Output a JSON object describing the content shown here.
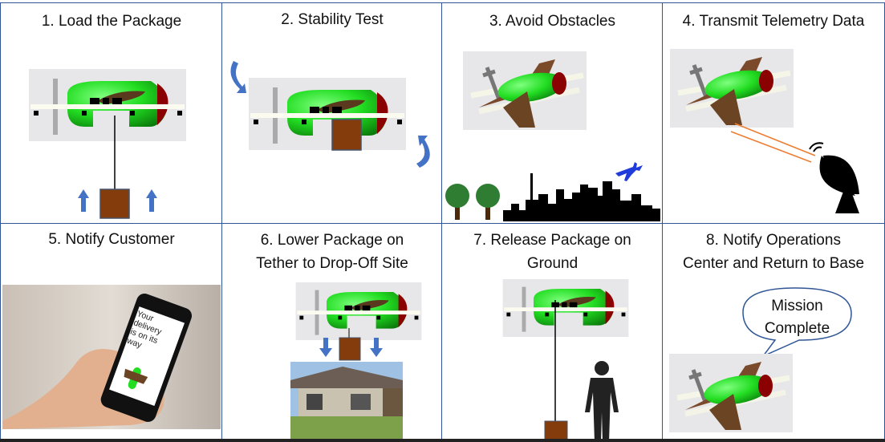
{
  "panels": [
    {
      "title": "1. Load the Package"
    },
    {
      "title": "2. Stability Test"
    },
    {
      "title": "3. Avoid Obstacles"
    },
    {
      "title": "4. Transmit Telemetry Data"
    },
    {
      "title": "5. Notify Customer",
      "phone_text": [
        "Your",
        "delivery",
        "is on its",
        "way"
      ]
    },
    {
      "title_lines": [
        "6. Lower Package on",
        "Tether to Drop-Off Site"
      ]
    },
    {
      "title_lines": [
        "7. Release Package on",
        "Ground"
      ]
    },
    {
      "title_lines": [
        "8. Notify Operations",
        "Center and Return to Base"
      ],
      "bubble_lines": [
        "Mission",
        "Complete"
      ]
    }
  ],
  "colors": {
    "border": "#2f5597",
    "arrow": "#4472c4",
    "package": "#843c0c",
    "body": "#22dd22",
    "wing": "#5a3a1e",
    "nose": "#8b0000",
    "tether": "#ed7d31"
  }
}
